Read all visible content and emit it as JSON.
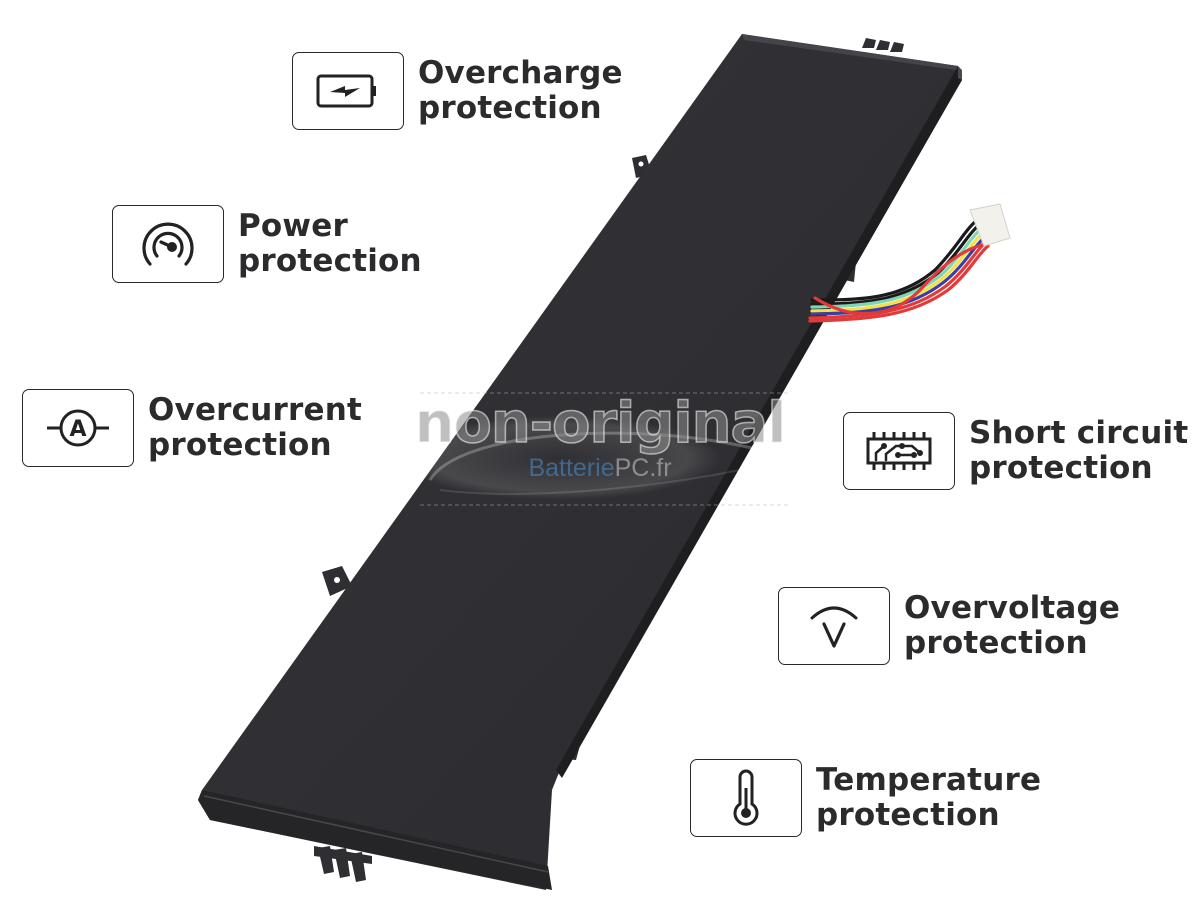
{
  "image": {
    "subject": "laptop-battery",
    "background_color": "#ffffff",
    "battery_color": "#2e2e32",
    "text_color": "#2b2b2d"
  },
  "watermark": {
    "main": "non-original",
    "brand_prefix": "Batterie",
    "brand_suffix": "PC.fr"
  },
  "features": [
    {
      "id": "overcharge",
      "line1": "Overcharge",
      "line2": "protection",
      "icon": "battery-bolt-icon"
    },
    {
      "id": "power",
      "line1": "Power",
      "line2": "protection",
      "icon": "gauge-icon"
    },
    {
      "id": "overcurrent",
      "line1": "Overcurrent",
      "line2": "protection",
      "icon": "ammeter-icon"
    },
    {
      "id": "short-circuit",
      "line1": "Short circuit",
      "line2": "protection",
      "icon": "circuit-chip-icon"
    },
    {
      "id": "overvoltage",
      "line1": "Overvoltage",
      "line2": "protection",
      "icon": "voltmeter-icon"
    },
    {
      "id": "temperature",
      "line1": "Temperature",
      "line2": "protection",
      "icon": "thermometer-icon"
    }
  ],
  "cable_colors": [
    "#1a1a1a",
    "#1a1a1a",
    "#7ed6b4",
    "#f3e04a",
    "#3b3fa0",
    "#e23a3a",
    "#e23a3a"
  ]
}
